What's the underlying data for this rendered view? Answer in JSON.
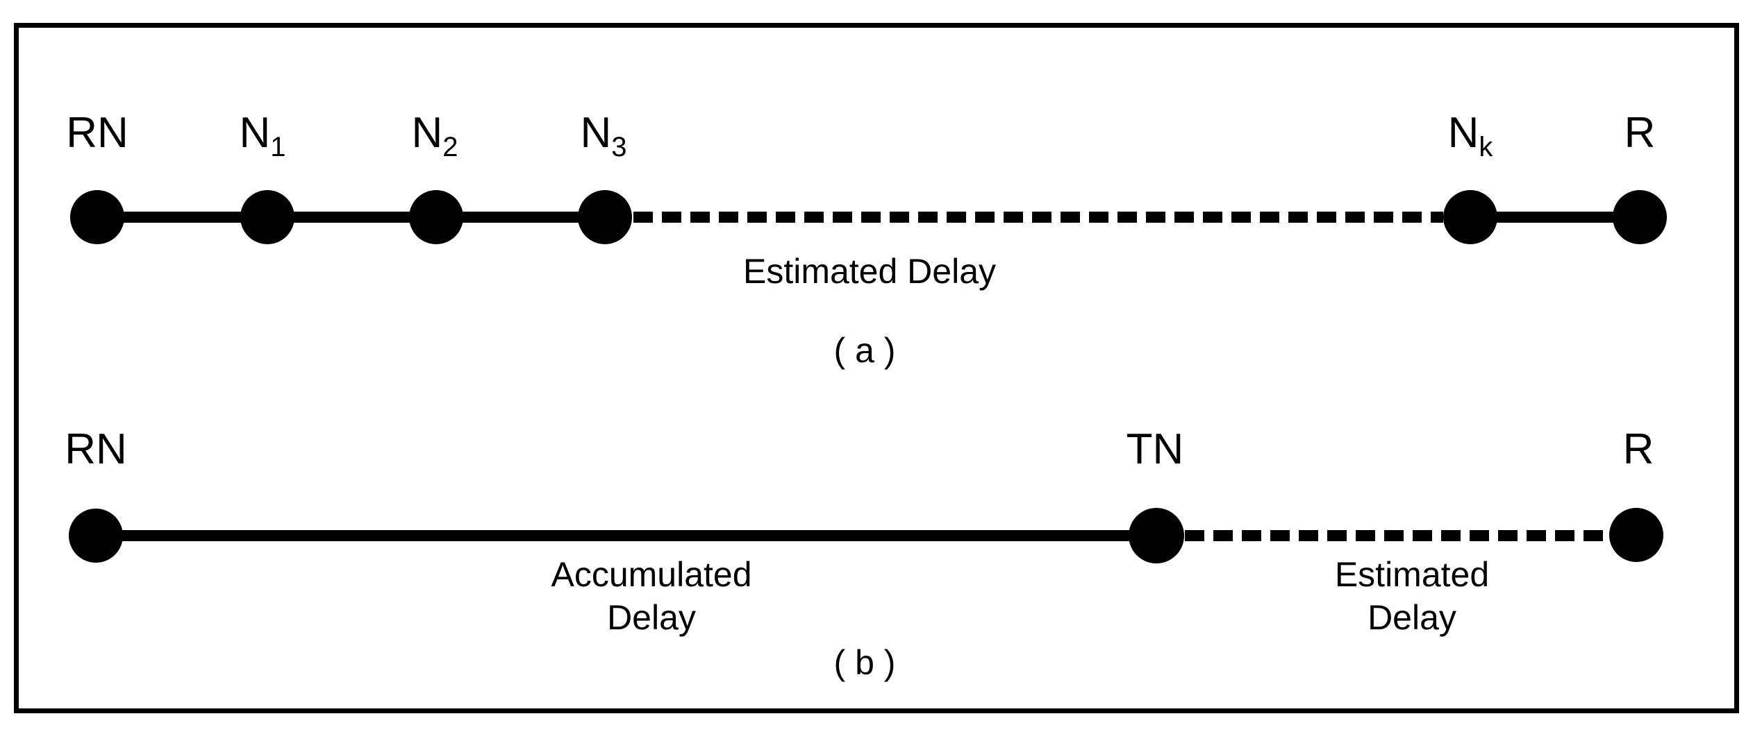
{
  "figure": {
    "colors": {
      "ink": "#000000",
      "background": "#ffffff"
    },
    "diagram_a": {
      "caption": "( a )",
      "dashed_edge_label": "Estimated Delay",
      "nodes": [
        {
          "main": "RN",
          "sub": ""
        },
        {
          "main": "N",
          "sub": "1"
        },
        {
          "main": "N",
          "sub": "2"
        },
        {
          "main": "N",
          "sub": "3"
        },
        {
          "main": "N",
          "sub": "k"
        },
        {
          "main": "R",
          "sub": ""
        }
      ]
    },
    "diagram_b": {
      "caption": "( b )",
      "solid_edge_label_line1": "Accumulated",
      "solid_edge_label_line2": "Delay",
      "dashed_edge_label_line1": "Estimated",
      "dashed_edge_label_line2": "Delay",
      "nodes": [
        {
          "main": "RN",
          "sub": ""
        },
        {
          "main": "TN",
          "sub": ""
        },
        {
          "main": "R",
          "sub": ""
        }
      ]
    }
  }
}
